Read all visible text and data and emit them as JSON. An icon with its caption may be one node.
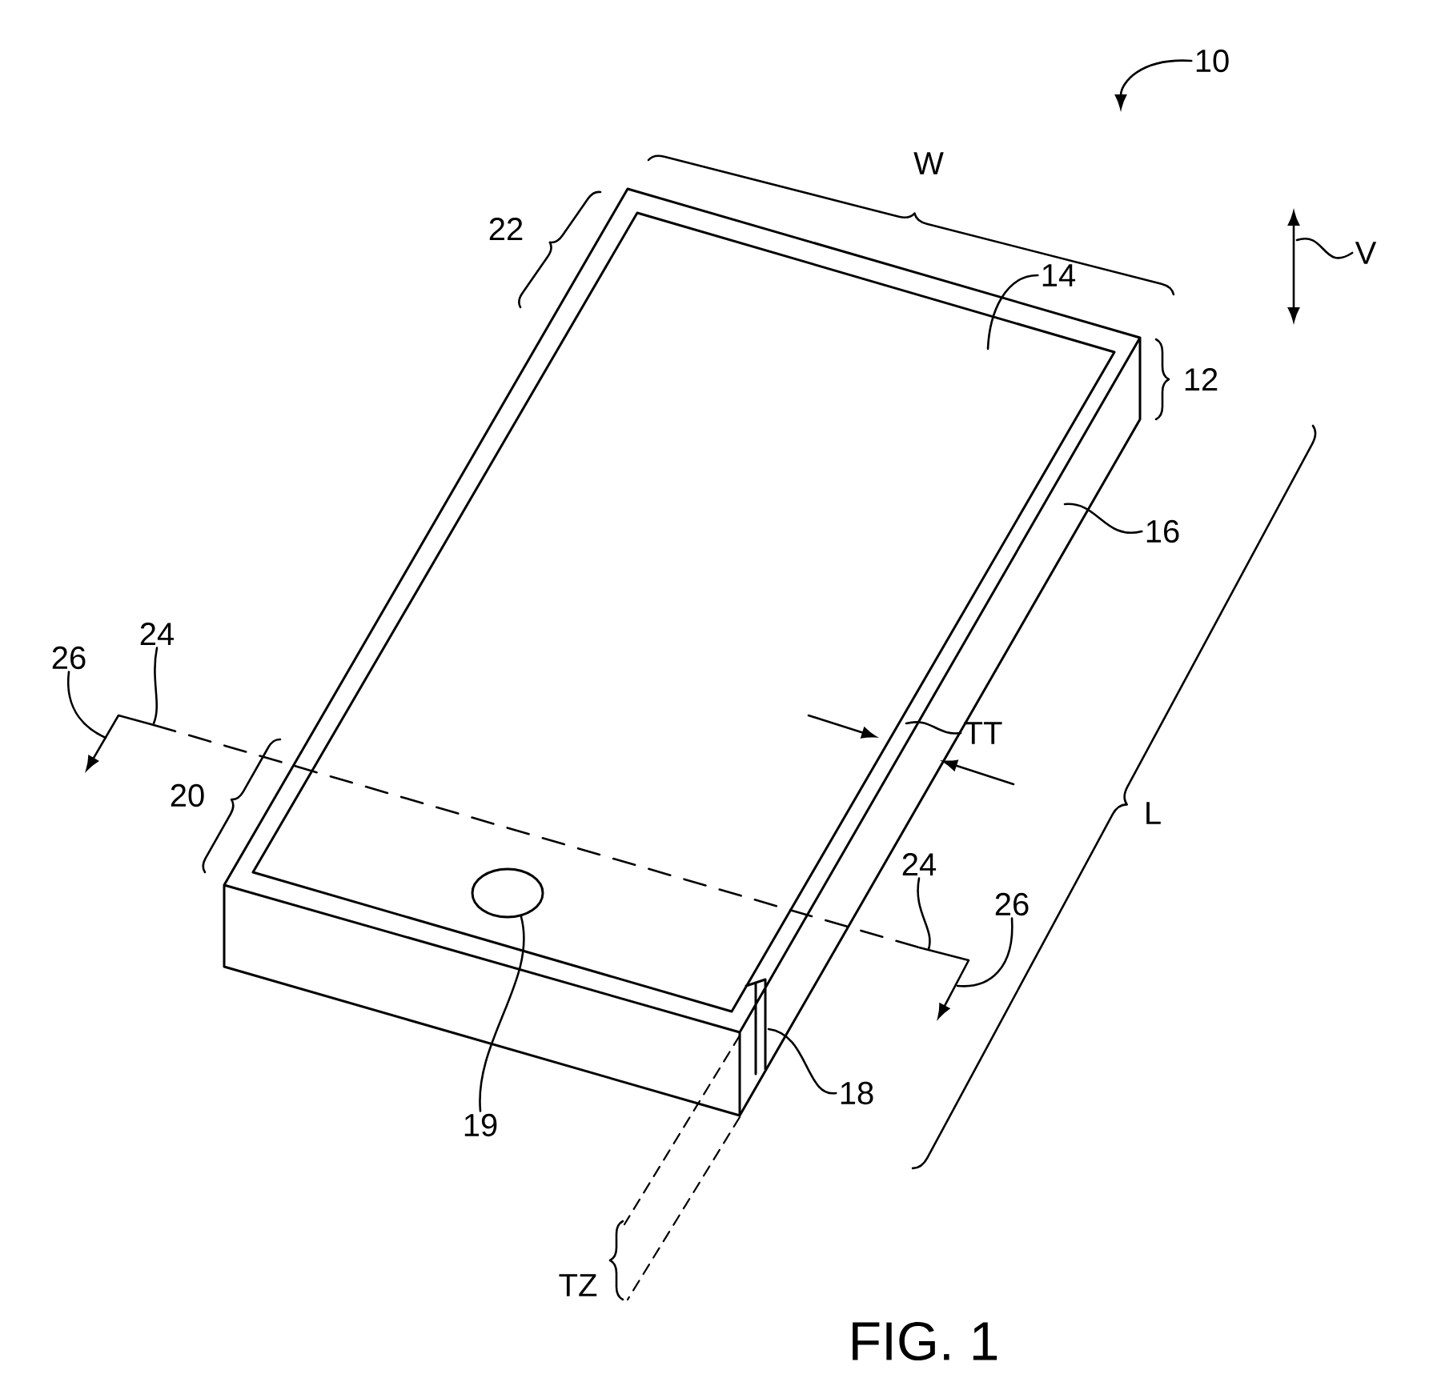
{
  "diagram": {
    "caption": "FIG. 1",
    "nodes": [
      {
        "text": [
          "10"
        ]
      },
      {
        "text": [
          "V"
        ]
      },
      {
        "text": [
          "14"
        ]
      },
      {
        "text": [
          "16"
        ]
      },
      {
        "text": [
          "26"
        ]
      },
      {
        "text": [
          "24"
        ]
      },
      {
        "text": [
          "TT"
        ]
      },
      {
        "text": [
          "24"
        ]
      },
      {
        "text": [
          "26"
        ]
      },
      {
        "text": [],
        "shape": "circle"
      },
      {
        "text": [
          "19"
        ]
      },
      {
        "text": [
          "18"
        ]
      }
    ],
    "edges": [
      {
        "from": 0,
        "to": null,
        "arrow": "to"
      },
      {
        "from": 1,
        "to": null,
        "arrow": "none"
      },
      {
        "from": 2,
        "to": null,
        "arrow": "none"
      },
      {
        "from": 3,
        "to": null,
        "arrow": "none"
      },
      {
        "from": 4,
        "to": null,
        "arrow": "none"
      },
      {
        "from": 5,
        "to": null,
        "arrow": "none"
      },
      {
        "from": 6,
        "to": null,
        "arrow": "none"
      },
      {
        "from": 7,
        "to": null,
        "arrow": "none"
      },
      {
        "from": 8,
        "to": null,
        "arrow": "none"
      },
      {
        "from": 10,
        "to": 9,
        "arrow": "none"
      },
      {
        "from": 11,
        "to": null,
        "arrow": "none"
      }
    ],
    "labels": [
      "W",
      "22",
      "12",
      "L",
      "20",
      "TZ"
    ]
  }
}
